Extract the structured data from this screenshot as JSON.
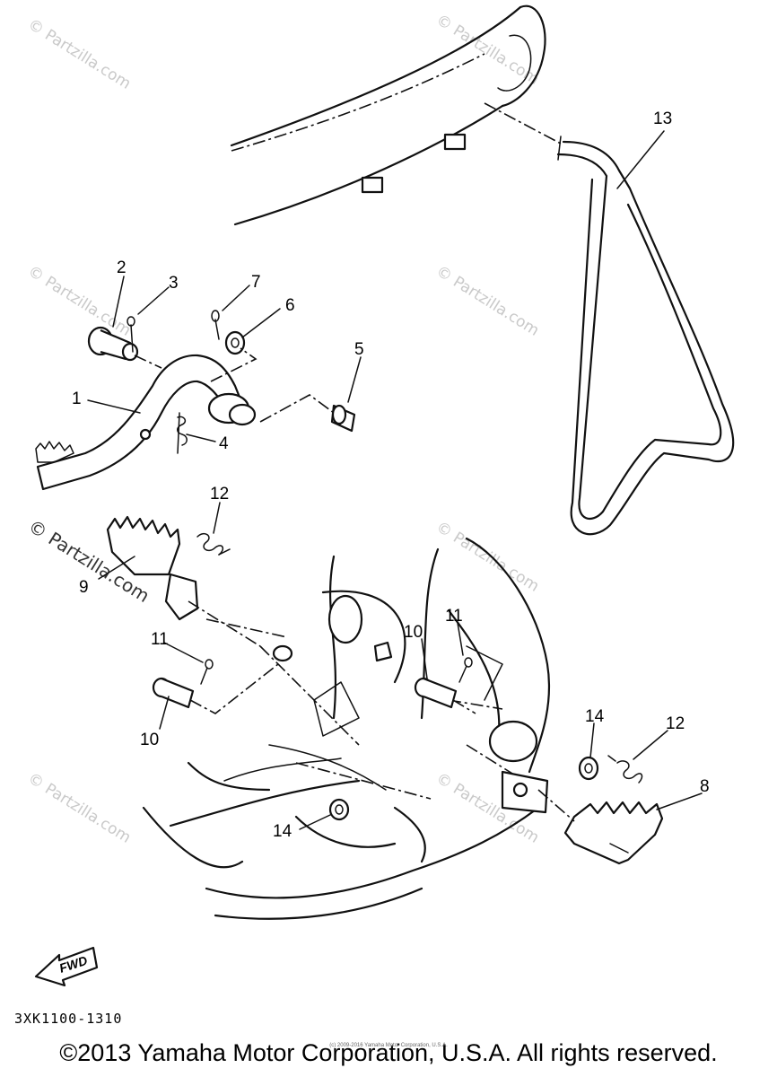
{
  "watermark": "© Partzilla.com",
  "fwd_label": "FWD",
  "diagram_code": "3XK1100-1310",
  "copyright": "©2013 Yamaha Motor Corporation, U.S.A. All rights reserved.",
  "fine_print": "(c) 2009-2016 Yamaha Motor Corporation, U.S.A.",
  "callouts": {
    "c1": "1",
    "c2": "2",
    "c3": "3",
    "c4": "4",
    "c5": "5",
    "c6": "6",
    "c7": "7",
    "c8": "8",
    "c9": "9",
    "c10a": "10",
    "c10b": "10",
    "c11a": "11",
    "c11b": "11",
    "c12a": "12",
    "c12b": "12",
    "c13": "13",
    "c14a": "14",
    "c14b": "14"
  }
}
